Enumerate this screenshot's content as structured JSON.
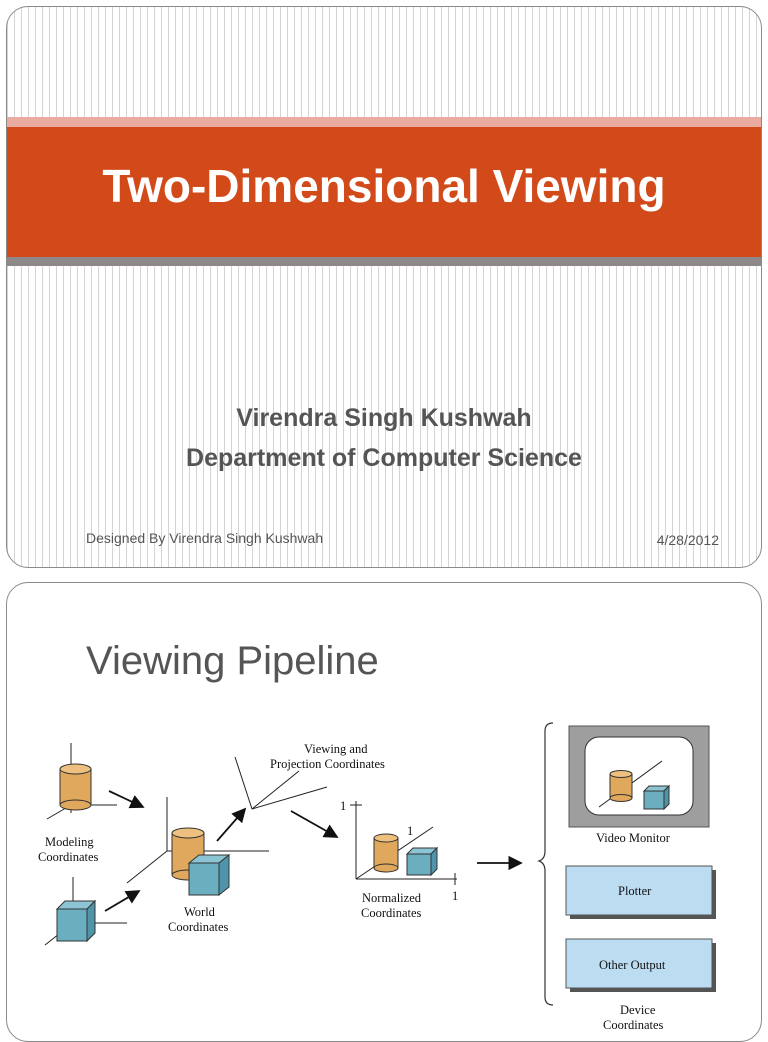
{
  "slide1": {
    "title": "Two-Dimensional Viewing",
    "author": "Virendra Singh Kushwah",
    "department": "Department of Computer Science",
    "footer_left": "Designed By Virendra Singh Kushwah",
    "footer_right": "4/28/2012"
  },
  "slide2": {
    "title": "Viewing Pipeline",
    "diagram": {
      "modeling_line1": "Modeling",
      "modeling_line2": "Coordinates",
      "world_line1": "World",
      "world_line2": "Coordinates",
      "viewing_line1": "Viewing and",
      "viewing_line2": "Projection Coordinates",
      "normalized_line1": "Normalized",
      "normalized_line2": "Coordinates",
      "norm_tick_y": "1",
      "norm_tick_x": "1",
      "norm_tick_z": "1",
      "video_monitor": "Video Monitor",
      "plotter": "Plotter",
      "other_output": "Other Output",
      "device_line1": "Device",
      "device_line2": "Coordinates"
    }
  },
  "colors": {
    "title_band": "#d2491a",
    "cylinder": "#e0a85c",
    "cube": "#6aaec0",
    "output_box": "#bcdcf2"
  }
}
